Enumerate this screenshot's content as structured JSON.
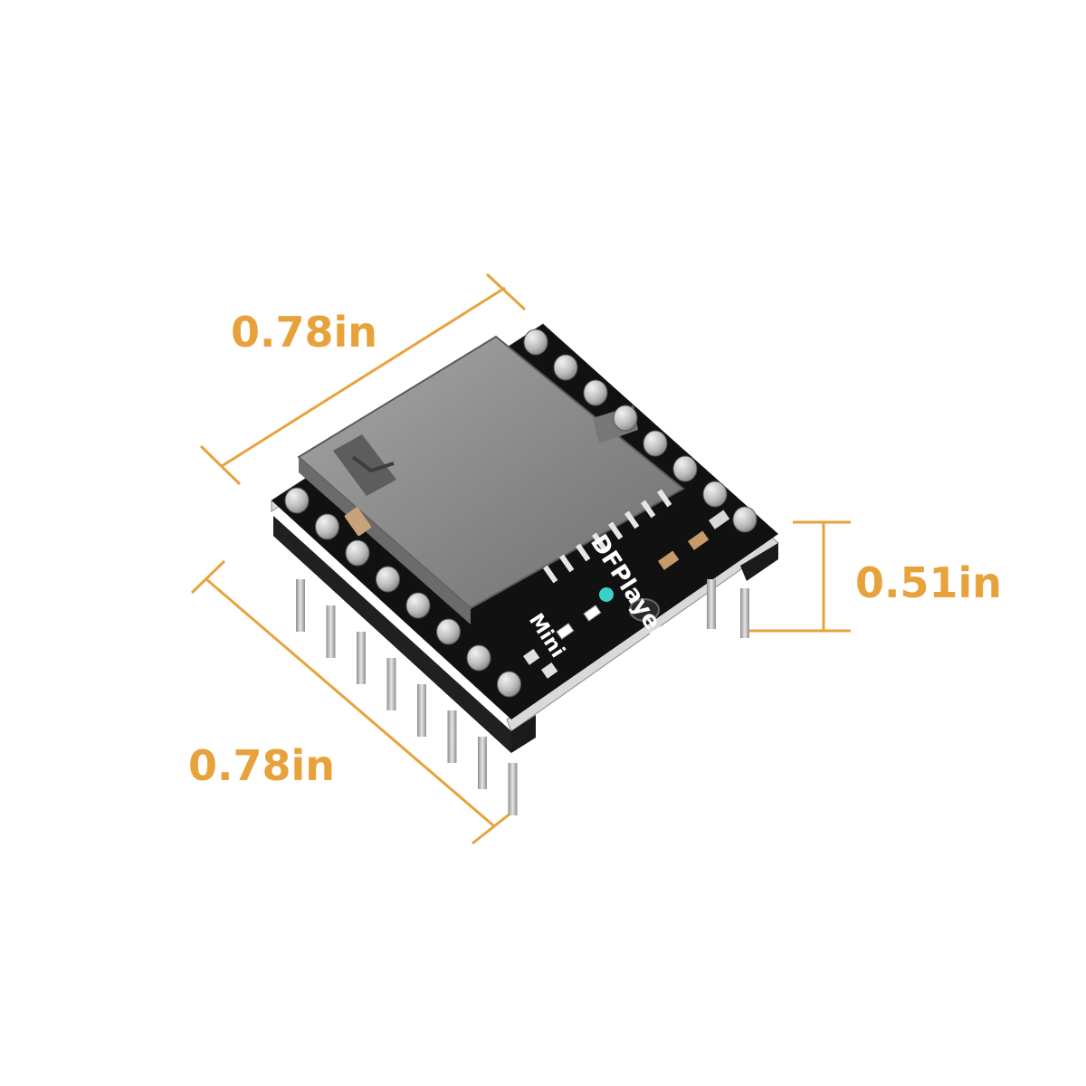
{
  "dimensions": {
    "top_width": "0.78in",
    "side_length": "0.78in",
    "height": "0.51in"
  },
  "board": {
    "silkscreen_name": "DFPlayer",
    "silkscreen_sub": "Mini"
  },
  "colors": {
    "dimension_orange": "#E8A23B",
    "pcb_black": "#111111",
    "sd_slot_gray": "#8c8c8c",
    "pin_silver": "#c9c9c9",
    "header_black": "#1a1a1a"
  },
  "icons": {
    "product": "dfplayer-mini-module-photo"
  }
}
